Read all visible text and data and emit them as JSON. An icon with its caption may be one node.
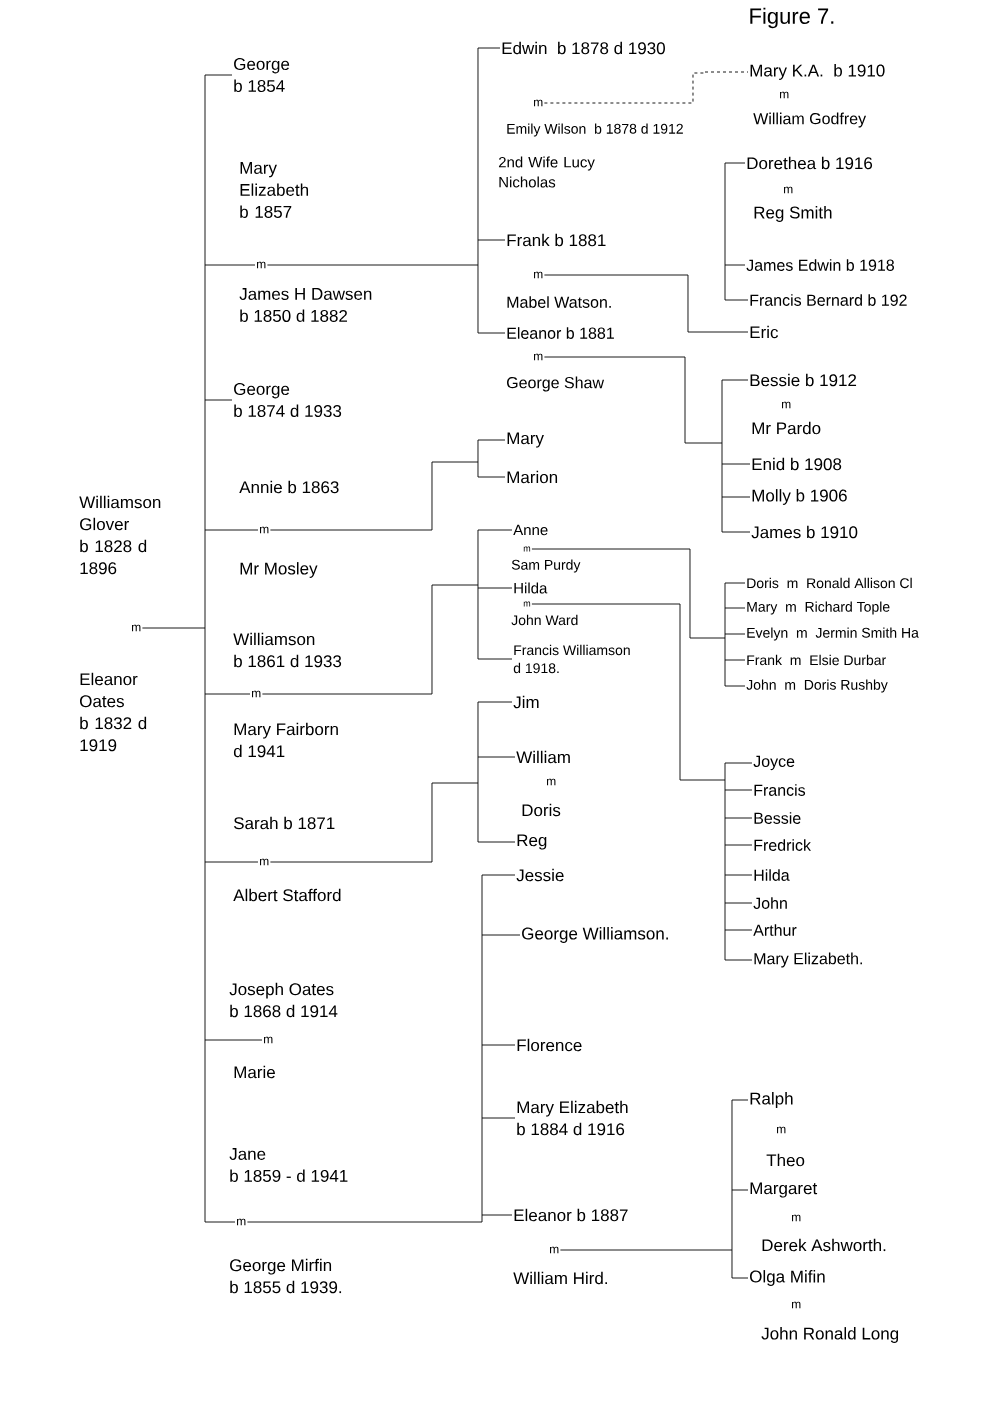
{
  "diagram": {
    "title": "Figure 7.",
    "nodes": [
      {
        "text": [
          "Williamson Glover",
          "b 1828 d 1896"
        ]
      },
      {
        "text": [
          "m"
        ]
      },
      {
        "text": [
          "Eleanor Oates",
          "b 1832 d 1919"
        ]
      },
      {
        "text": [
          "George",
          "b 1854"
        ]
      },
      {
        "text": [
          "Mary Elizabeth",
          "b 1857"
        ]
      },
      {
        "text": [
          "m"
        ]
      },
      {
        "text": [
          "James H Dawsen",
          "b 1850 d 1882"
        ]
      },
      {
        "text": [
          "George",
          "b 1874 d 1933"
        ]
      },
      {
        "text": [
          "Annie b 1863"
        ]
      },
      {
        "text": [
          "m"
        ]
      },
      {
        "text": [
          "Mr Mosley"
        ]
      },
      {
        "text": [
          "Williamson",
          "b 1861 d 1933"
        ]
      },
      {
        "text": [
          "m"
        ]
      },
      {
        "text": [
          "Mary Fairborn",
          "d 1941"
        ]
      },
      {
        "text": [
          "Sarah b 1871"
        ]
      },
      {
        "text": [
          "m"
        ]
      },
      {
        "text": [
          "Albert Stafford"
        ]
      },
      {
        "text": [
          "Joseph Oates",
          "b 1868 d 1914"
        ]
      },
      {
        "text": [
          "m"
        ]
      },
      {
        "text": [
          "Marie"
        ]
      },
      {
        "text": [
          "Jane",
          "b 1859 - d 1941"
        ]
      },
      {
        "text": [
          "m"
        ]
      },
      {
        "text": [
          "George Mirfin",
          "b 1855 d 1939."
        ]
      },
      {
        "text": [
          "Edwin",
          "b 1878 d 1930"
        ]
      },
      {
        "text": [
          "m"
        ]
      },
      {
        "text": [
          "Emily Wilson",
          "b 1878 d 1912"
        ]
      },
      {
        "text": [
          "2nd Wife Lucy Nicholas"
        ]
      },
      {
        "text": [
          "Frank b 1881"
        ]
      },
      {
        "text": [
          "m"
        ]
      },
      {
        "text": [
          "Mabel Watson."
        ]
      },
      {
        "text": [
          "Eleanor b 1881"
        ]
      },
      {
        "text": [
          "m"
        ]
      },
      {
        "text": [
          "George Shaw"
        ]
      },
      {
        "text": [
          "Mary"
        ]
      },
      {
        "text": [
          "Marion"
        ]
      },
      {
        "text": [
          "Anne"
        ]
      },
      {
        "text": [
          "m"
        ]
      },
      {
        "text": [
          "Sam Purdy"
        ]
      },
      {
        "text": [
          "Hilda"
        ]
      },
      {
        "text": [
          "m"
        ]
      },
      {
        "text": [
          "John Ward"
        ]
      },
      {
        "text": [
          "Francis Williamson",
          "d 1918."
        ]
      },
      {
        "text": [
          "Jim"
        ]
      },
      {
        "text": [
          "William"
        ]
      },
      {
        "text": [
          "m"
        ]
      },
      {
        "text": [
          "Doris"
        ]
      },
      {
        "text": [
          "Reg"
        ]
      },
      {
        "text": [
          "Jessie"
        ]
      },
      {
        "text": [
          "George Williamson."
        ]
      },
      {
        "text": [
          "Florence"
        ]
      },
      {
        "text": [
          "Mary Elizabeth",
          "b 1884 d 1916"
        ]
      },
      {
        "text": [
          "Eleanor b 1887"
        ]
      },
      {
        "text": [
          "m"
        ]
      },
      {
        "text": [
          "William Hird."
        ]
      },
      {
        "text": [
          "Mary K.A.",
          "b 1910"
        ]
      },
      {
        "text": [
          "m"
        ]
      },
      {
        "text": [
          "William Godfrey"
        ]
      },
      {
        "text": [
          "Dorethea b 1916"
        ]
      },
      {
        "text": [
          "m"
        ]
      },
      {
        "text": [
          "Reg Smith"
        ]
      },
      {
        "text": [
          "James Edwin b 1918"
        ]
      },
      {
        "text": [
          "Francis Bernard b 192"
        ]
      },
      {
        "text": [
          "Eric"
        ]
      },
      {
        "text": [
          "Bessie b 1912"
        ]
      },
      {
        "text": [
          "m"
        ]
      },
      {
        "text": [
          "Mr Pardo"
        ]
      },
      {
        "text": [
          "Enid b 1908"
        ]
      },
      {
        "text": [
          "Molly b 1906"
        ]
      },
      {
        "text": [
          "James b 1910"
        ]
      },
      {
        "text": [
          "Doris",
          "m",
          "Ronald Allison Cl"
        ]
      },
      {
        "text": [
          "Mary",
          "m",
          "Richard Tople"
        ]
      },
      {
        "text": [
          "Evelyn",
          "m",
          "Jermin Smith Ha"
        ]
      },
      {
        "text": [
          "Frank",
          "m",
          "Elsie Durbar"
        ]
      },
      {
        "text": [
          "John",
          "m",
          "Doris Rushby"
        ]
      },
      {
        "text": [
          "Joyce"
        ]
      },
      {
        "text": [
          "Francis"
        ]
      },
      {
        "text": [
          "Bessie"
        ]
      },
      {
        "text": [
          "Fredrick"
        ]
      },
      {
        "text": [
          "Hilda"
        ]
      },
      {
        "text": [
          "John"
        ]
      },
      {
        "text": [
          "Arthur"
        ]
      },
      {
        "text": [
          "Mary Elizabeth."
        ]
      },
      {
        "text": [
          "Ralph"
        ]
      },
      {
        "text": [
          "m"
        ]
      },
      {
        "text": [
          "Theo"
        ]
      },
      {
        "text": [
          "Margaret"
        ]
      },
      {
        "text": [
          "m"
        ]
      },
      {
        "text": [
          "Derek Ashworth."
        ]
      },
      {
        "text": [
          "Olga Mifin"
        ]
      },
      {
        "text": [
          "m"
        ]
      },
      {
        "text": [
          "John Ronald Long"
        ]
      }
    ],
    "edges": [
      {
        "from": 1,
        "to": 3,
        "arrow": "none"
      },
      {
        "from": 1,
        "to": 5,
        "arrow": "none"
      },
      {
        "from": 1,
        "to": 7,
        "arrow": "none"
      },
      {
        "from": 1,
        "to": 9,
        "arrow": "none"
      },
      {
        "from": 1,
        "to": 12,
        "arrow": "none"
      },
      {
        "from": 1,
        "to": 15,
        "arrow": "none"
      },
      {
        "from": 1,
        "to": 18,
        "arrow": "none"
      },
      {
        "from": 1,
        "to": 21,
        "arrow": "none"
      },
      {
        "from": 5,
        "to": 23,
        "arrow": "none"
      },
      {
        "from": 5,
        "to": 27,
        "arrow": "none"
      },
      {
        "from": 5,
        "to": 30,
        "arrow": "none"
      },
      {
        "from": 9,
        "to": 33,
        "arrow": "none"
      },
      {
        "from": 9,
        "to": 34,
        "arrow": "none"
      },
      {
        "from": 12,
        "to": 35,
        "arrow": "none"
      },
      {
        "from": 12,
        "to": 38,
        "arrow": "none"
      },
      {
        "from": 12,
        "to": 41,
        "arrow": "none"
      },
      {
        "from": 15,
        "to": 42,
        "arrow": "none"
      },
      {
        "from": 15,
        "to": 43,
        "arrow": "none"
      },
      {
        "from": 15,
        "to": 46,
        "arrow": "none"
      },
      {
        "from": 21,
        "to": 47,
        "arrow": "none"
      },
      {
        "from": 21,
        "to": 48,
        "arrow": "none"
      },
      {
        "from": 21,
        "to": 49,
        "arrow": "none"
      },
      {
        "from": 21,
        "to": 50,
        "arrow": "none"
      },
      {
        "from": 21,
        "to": 51,
        "arrow": "none"
      },
      {
        "from": 24,
        "to": 54,
        "arrow": "none",
        "style": "dashed"
      },
      {
        "from": 57,
        "to": 60,
        "arrow": "none"
      },
      {
        "from": 57,
        "to": 61,
        "arrow": "none"
      },
      {
        "from": 28,
        "to": 62,
        "arrow": "none"
      },
      {
        "from": 31,
        "to": 63,
        "arrow": "none"
      },
      {
        "from": 31,
        "to": 66,
        "arrow": "none"
      },
      {
        "from": 31,
        "to": 67,
        "arrow": "none"
      },
      {
        "from": 31,
        "to": 68,
        "arrow": "none"
      },
      {
        "from": 36,
        "to": 69,
        "arrow": "none"
      },
      {
        "from": 36,
        "to": 70,
        "arrow": "none"
      },
      {
        "from": 36,
        "to": 71,
        "arrow": "none"
      },
      {
        "from": 36,
        "to": 72,
        "arrow": "none"
      },
      {
        "from": 36,
        "to": 73,
        "arrow": "none"
      },
      {
        "from": 39,
        "to": 74,
        "arrow": "none"
      },
      {
        "from": 39,
        "to": 75,
        "arrow": "none"
      },
      {
        "from": 39,
        "to": 76,
        "arrow": "none"
      },
      {
        "from": 39,
        "to": 77,
        "arrow": "none"
      },
      {
        "from": 39,
        "to": 78,
        "arrow": "none"
      },
      {
        "from": 39,
        "to": 79,
        "arrow": "none"
      },
      {
        "from": 39,
        "to": 80,
        "arrow": "none"
      },
      {
        "from": 39,
        "to": 81,
        "arrow": "none"
      },
      {
        "from": 52,
        "to": 82,
        "arrow": "none"
      },
      {
        "from": 52,
        "to": 85,
        "arrow": "none"
      },
      {
        "from": 52,
        "to": 88,
        "arrow": "none"
      }
    ]
  }
}
